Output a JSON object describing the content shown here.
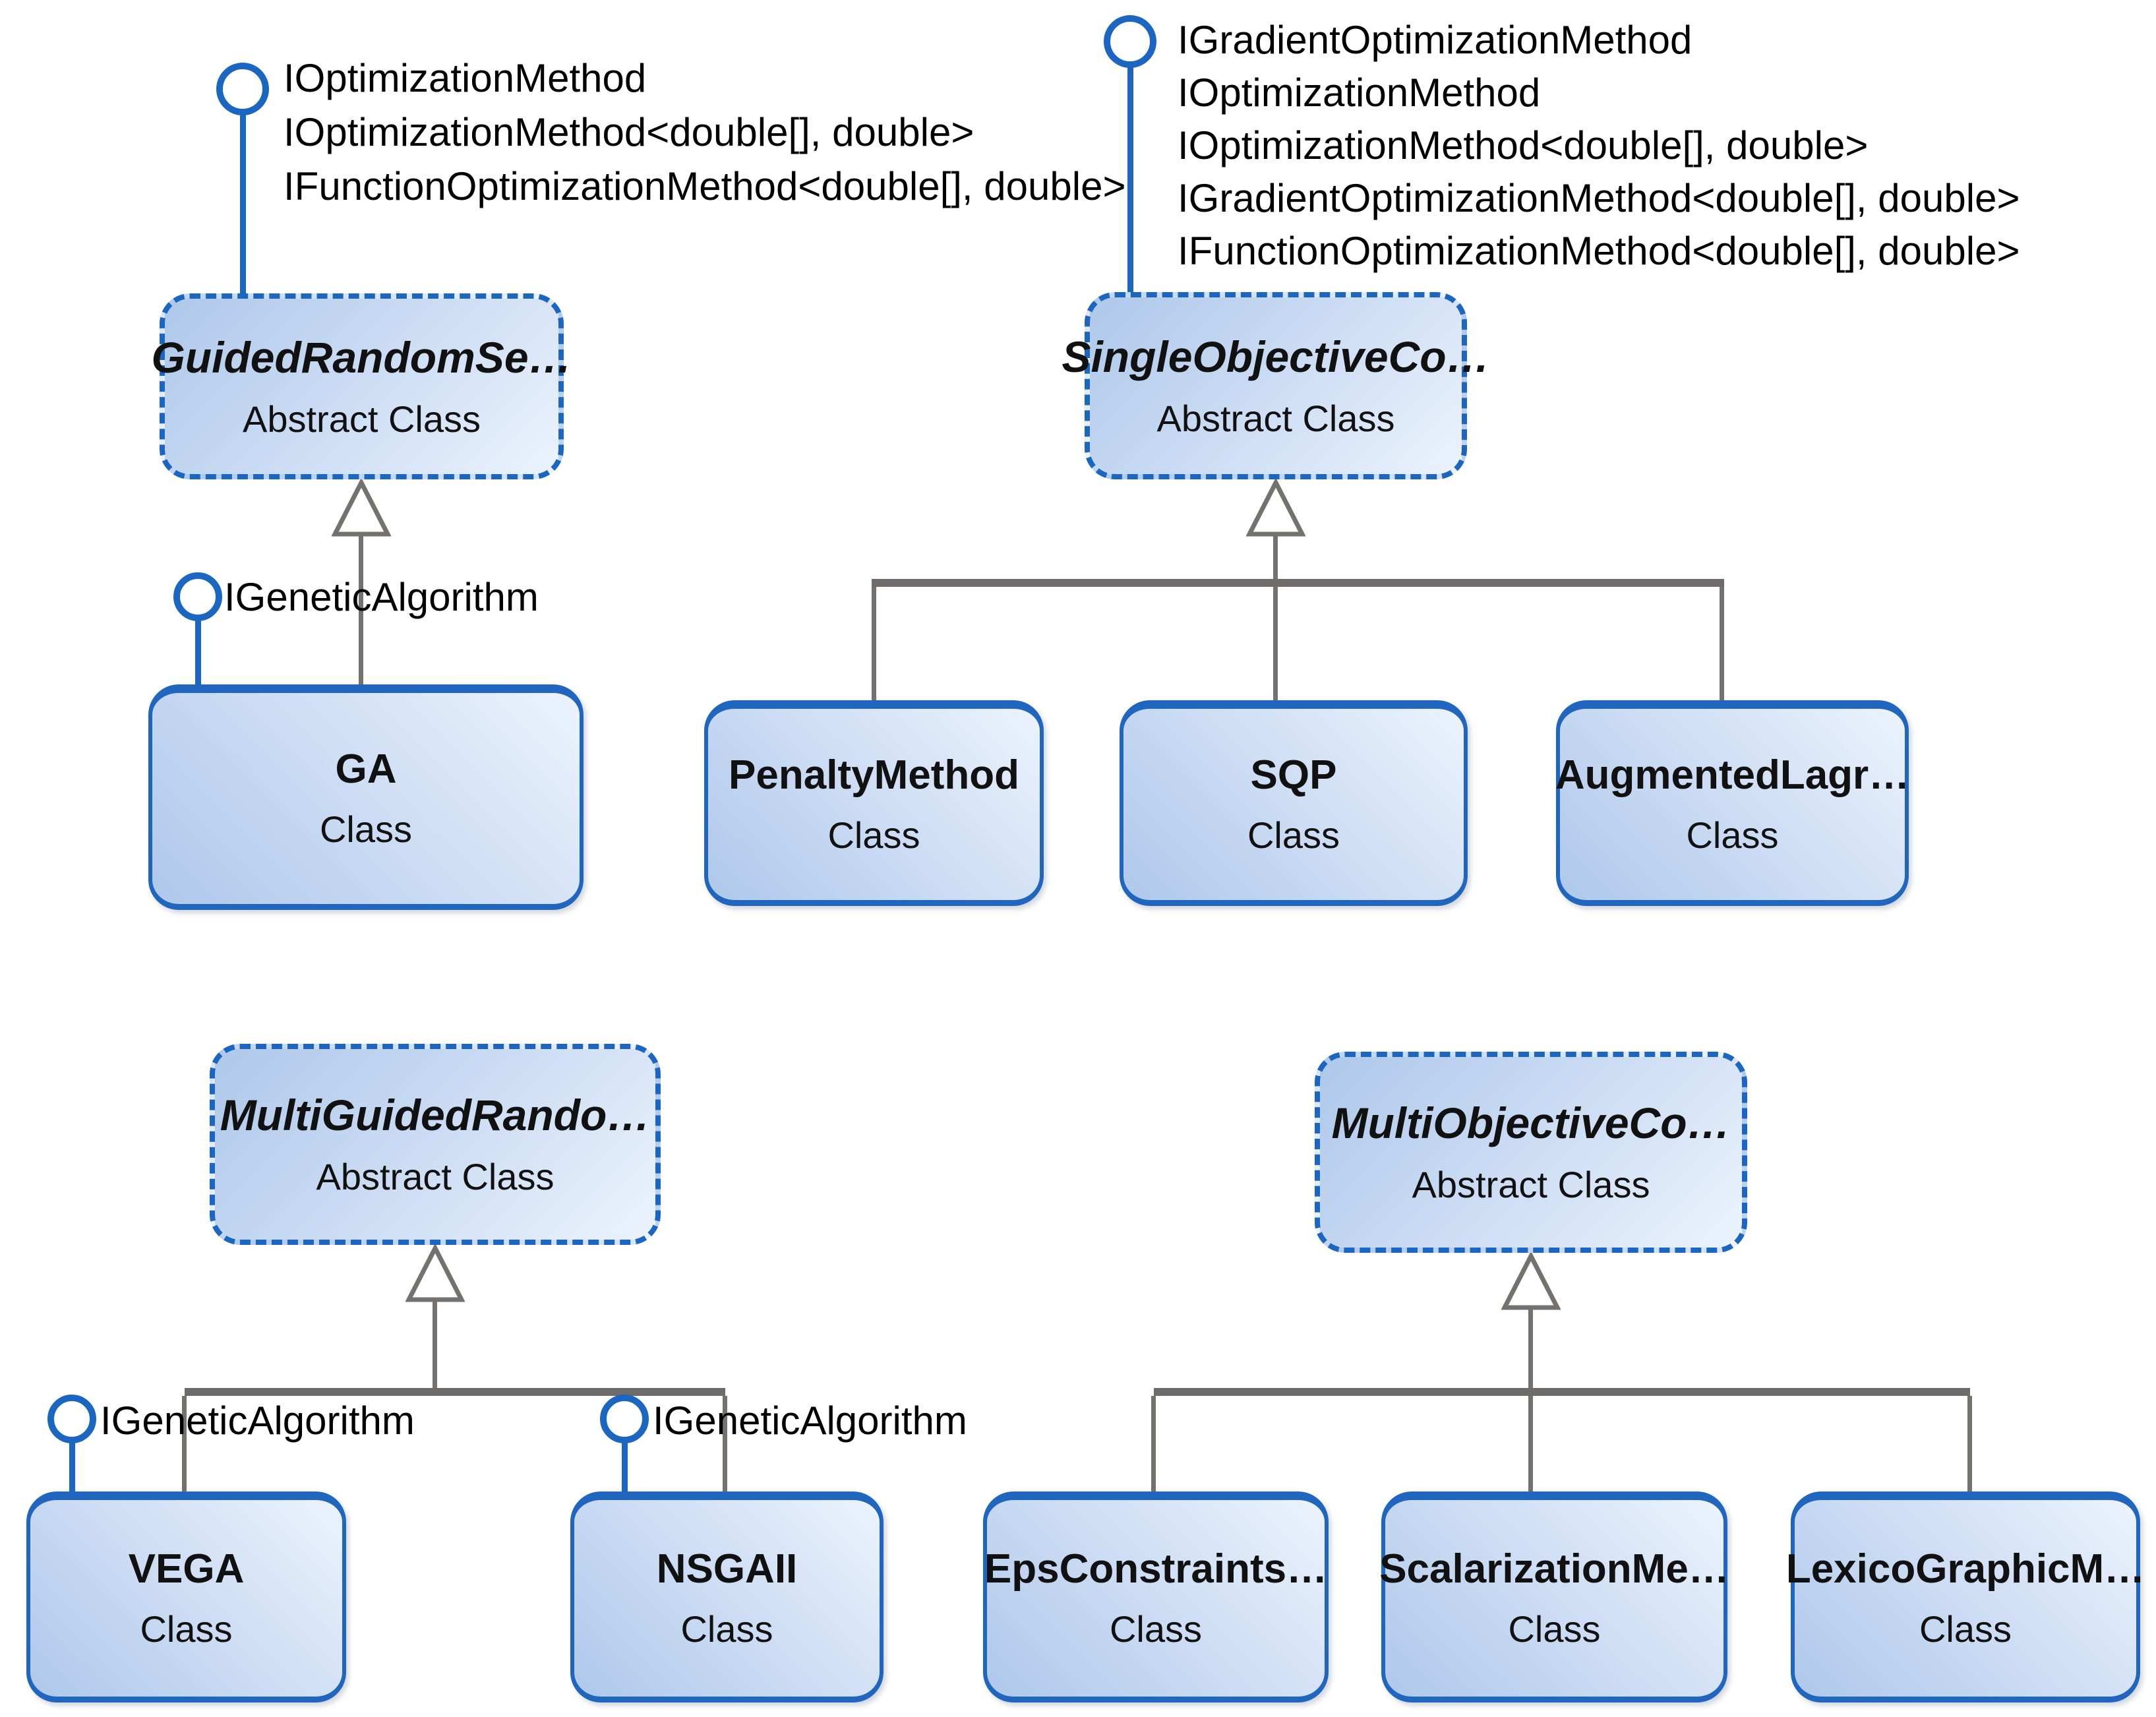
{
  "colors": {
    "accent_blue": "#1b66c0",
    "box_border_blue": "#2066bf",
    "connector_gray": "#757171",
    "fill_light": "#ecf3fc",
    "fill_dark": "#aec8ea",
    "text": "#111111"
  },
  "top_left": {
    "interfaces": [
      "IOptimizationMethod",
      "IOptimizationMethod<double[], double>",
      "IFunctionOptimizationMethod<double[], double>"
    ],
    "abstract_title": "GuidedRandomSe…",
    "abstract_subtitle": "Abstract Class",
    "child_interface": "IGeneticAlgorithm",
    "child_title": "GA",
    "child_subtitle": "Class"
  },
  "top_right": {
    "interfaces": [
      "IGradientOptimizationMethod",
      "IOptimizationMethod",
      "IOptimizationMethod<double[], double>",
      "IGradientOptimizationMethod<double[], double>",
      "IFunctionOptimizationMethod<double[], double>"
    ],
    "abstract_title": "SingleObjectiveCo…",
    "abstract_subtitle": "Abstract Class",
    "children": [
      {
        "title": "PenaltyMethod",
        "subtitle": "Class"
      },
      {
        "title": "SQP",
        "subtitle": "Class"
      },
      {
        "title": "AugmentedLagr…",
        "subtitle": "Class"
      }
    ]
  },
  "bottom_left": {
    "abstract_title": "MultiGuidedRando…",
    "abstract_subtitle": "Abstract Class",
    "children": [
      {
        "interface": "IGeneticAlgorithm",
        "title": "VEGA",
        "subtitle": "Class"
      },
      {
        "interface": "IGeneticAlgorithm",
        "title": "NSGAII",
        "subtitle": "Class"
      }
    ]
  },
  "bottom_right": {
    "abstract_title": "MultiObjectiveCo…",
    "abstract_subtitle": "Abstract Class",
    "children": [
      {
        "title": "EpsConstraints…",
        "subtitle": "Class"
      },
      {
        "title": "ScalarizationMe…",
        "subtitle": "Class"
      },
      {
        "title": "LexicoGraphicM…",
        "subtitle": "Class"
      }
    ]
  }
}
